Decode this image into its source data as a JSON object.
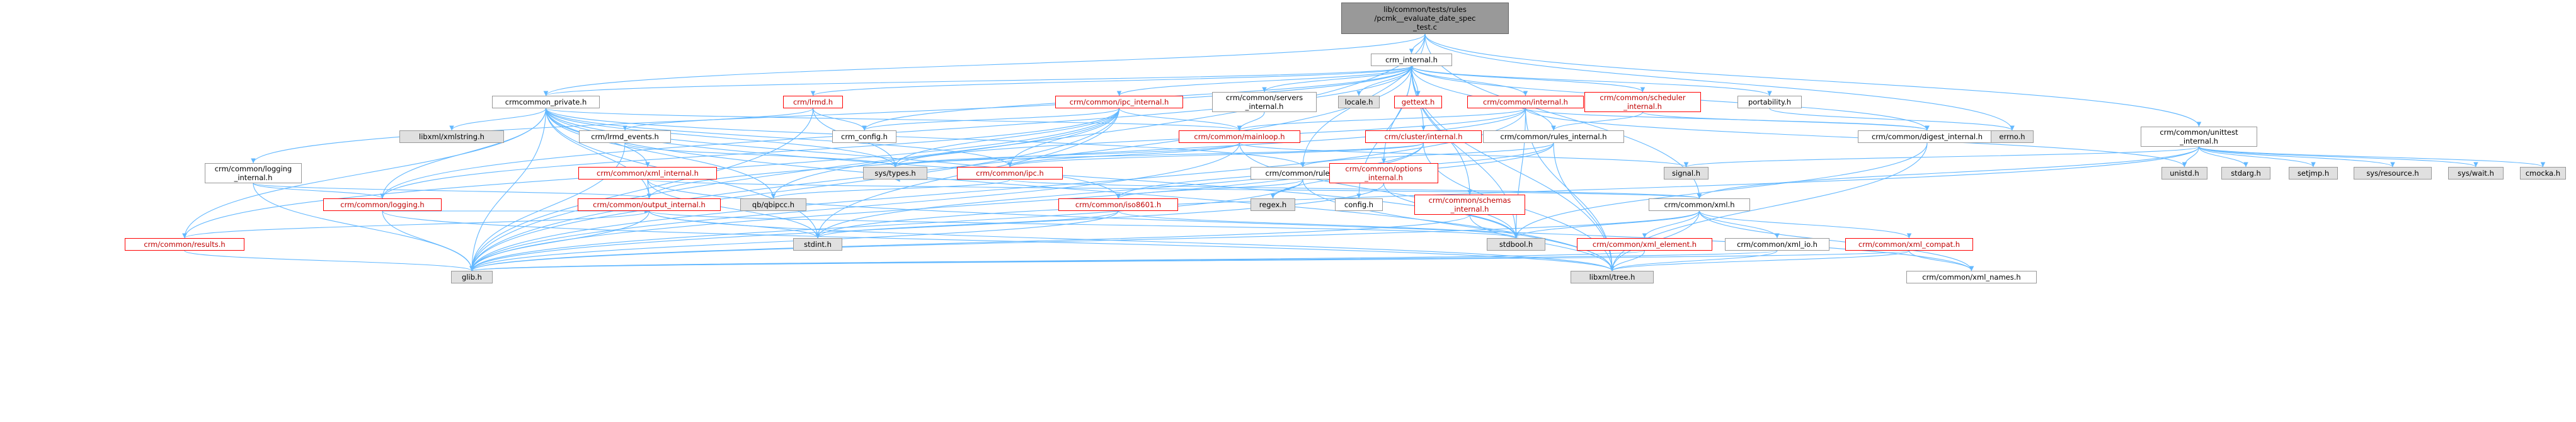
{
  "graph": {
    "edge_color": "#63b8ff",
    "nodes": [
      {
        "id": "root",
        "lines": [
          "lib/common/tests/rules",
          "/pcmk__evaluate_date_spec",
          "_test.c"
        ],
        "style": "root"
      },
      {
        "id": "crm_internal",
        "lines": [
          "crm_internal.h"
        ],
        "style": "plain"
      },
      {
        "id": "crmcommon_private",
        "lines": [
          "crmcommon_private.h"
        ],
        "style": "plain"
      },
      {
        "id": "crm_lrmd",
        "lines": [
          "crm/lrmd.h"
        ],
        "style": "red"
      },
      {
        "id": "ipc_internal",
        "lines": [
          "crm/common/ipc_internal.h"
        ],
        "style": "red"
      },
      {
        "id": "servers_internal",
        "lines": [
          "crm/common/servers",
          "_internal.h"
        ],
        "style": "plain"
      },
      {
        "id": "locale",
        "lines": [
          "locale.h"
        ],
        "style": "ext"
      },
      {
        "id": "gettext",
        "lines": [
          "gettext.h"
        ],
        "style": "red"
      },
      {
        "id": "common_internal",
        "lines": [
          "crm/common/internal.h"
        ],
        "style": "red"
      },
      {
        "id": "scheduler_internal",
        "lines": [
          "crm/common/scheduler",
          "_internal.h"
        ],
        "style": "red"
      },
      {
        "id": "portability",
        "lines": [
          "portability.h"
        ],
        "style": "plain"
      },
      {
        "id": "unittest_internal",
        "lines": [
          "crm/common/unittest",
          "_internal.h"
        ],
        "style": "plain"
      },
      {
        "id": "libxml_xmlstring",
        "lines": [
          "libxml/xmlstring.h"
        ],
        "style": "ext"
      },
      {
        "id": "lrmd_events",
        "lines": [
          "crm/lrmd_events.h"
        ],
        "style": "plain"
      },
      {
        "id": "crm_config",
        "lines": [
          "crm_config.h"
        ],
        "style": "plain"
      },
      {
        "id": "mainloop",
        "lines": [
          "crm/common/mainloop.h"
        ],
        "style": "red"
      },
      {
        "id": "cluster_internal",
        "lines": [
          "crm/cluster/internal.h"
        ],
        "style": "red"
      },
      {
        "id": "rules_internal",
        "lines": [
          "crm/common/rules_internal.h"
        ],
        "style": "plain"
      },
      {
        "id": "digest_internal",
        "lines": [
          "crm/common/digest_internal.h"
        ],
        "style": "plain"
      },
      {
        "id": "errno",
        "lines": [
          "errno.h"
        ],
        "style": "ext"
      },
      {
        "id": "logging_internal",
        "lines": [
          "crm/common/logging",
          "_internal.h"
        ],
        "style": "plain"
      },
      {
        "id": "xml_internal",
        "lines": [
          "crm/common/xml_internal.h"
        ],
        "style": "red"
      },
      {
        "id": "sys_types",
        "lines": [
          "sys/types.h"
        ],
        "style": "ext"
      },
      {
        "id": "crm_ipc",
        "lines": [
          "crm/common/ipc.h"
        ],
        "style": "red"
      },
      {
        "id": "rules",
        "lines": [
          "crm/common/rules.h"
        ],
        "style": "plain"
      },
      {
        "id": "options_internal",
        "lines": [
          "crm/common/options",
          "_internal.h"
        ],
        "style": "red"
      },
      {
        "id": "signal",
        "lines": [
          "signal.h"
        ],
        "style": "ext"
      },
      {
        "id": "unistd",
        "lines": [
          "unistd.h"
        ],
        "style": "ext"
      },
      {
        "id": "stdarg",
        "lines": [
          "stdarg.h"
        ],
        "style": "ext"
      },
      {
        "id": "setjmp",
        "lines": [
          "setjmp.h"
        ],
        "style": "ext"
      },
      {
        "id": "sys_resource",
        "lines": [
          "sys/resource.h"
        ],
        "style": "ext"
      },
      {
        "id": "sys_wait",
        "lines": [
          "sys/wait.h"
        ],
        "style": "ext"
      },
      {
        "id": "cmocka",
        "lines": [
          "cmocka.h"
        ],
        "style": "ext"
      },
      {
        "id": "crm_logging",
        "lines": [
          "crm/common/logging.h"
        ],
        "style": "red"
      },
      {
        "id": "qb_ipcc",
        "lines": [
          "qb/qbipcc.h"
        ],
        "style": "ext"
      },
      {
        "id": "output_internal",
        "lines": [
          "crm/common/output_internal.h"
        ],
        "style": "red"
      },
      {
        "id": "regex",
        "lines": [
          "regex.h"
        ],
        "style": "ext"
      },
      {
        "id": "iso8601",
        "lines": [
          "crm/common/iso8601.h"
        ],
        "style": "red"
      },
      {
        "id": "config",
        "lines": [
          "config.h"
        ],
        "style": "plain"
      },
      {
        "id": "schemas_internal",
        "lines": [
          "crm/common/schemas",
          "_internal.h"
        ],
        "style": "red"
      },
      {
        "id": "crm_xml",
        "lines": [
          "crm/common/xml.h"
        ],
        "style": "plain"
      },
      {
        "id": "results",
        "lines": [
          "crm/common/results.h"
        ],
        "style": "red"
      },
      {
        "id": "stdint",
        "lines": [
          "stdint.h"
        ],
        "style": "ext"
      },
      {
        "id": "stdbool",
        "lines": [
          "stdbool.h"
        ],
        "style": "ext"
      },
      {
        "id": "xml_element",
        "lines": [
          "crm/common/xml_element.h"
        ],
        "style": "red"
      },
      {
        "id": "xml_io",
        "lines": [
          "crm/common/xml_io.h"
        ],
        "style": "plain"
      },
      {
        "id": "xml_compat",
        "lines": [
          "crm/common/xml_compat.h"
        ],
        "style": "red"
      },
      {
        "id": "glib",
        "lines": [
          "glib.h"
        ],
        "style": "ext"
      },
      {
        "id": "libxml_tree",
        "lines": [
          "libxml/tree.h"
        ],
        "style": "ext"
      },
      {
        "id": "xml_names",
        "lines": [
          "crm/common/xml_names.h"
        ],
        "style": "plain"
      }
    ],
    "edges": [
      [
        "root",
        "crm_internal"
      ],
      [
        "root",
        "crmcommon_private"
      ],
      [
        "root",
        "unittest_internal"
      ],
      [
        "root",
        "glib"
      ],
      [
        "root",
        "crm_xml"
      ],
      [
        "root",
        "rules"
      ],
      [
        "root",
        "errno"
      ],
      [
        "crm_internal",
        "crmcommon_private"
      ],
      [
        "crm_internal",
        "crm_lrmd"
      ],
      [
        "crm_internal",
        "ipc_internal"
      ],
      [
        "crm_internal",
        "servers_internal"
      ],
      [
        "crm_internal",
        "locale"
      ],
      [
        "crm_internal",
        "gettext"
      ],
      [
        "crm_internal",
        "common_internal"
      ],
      [
        "crm_internal",
        "scheduler_internal"
      ],
      [
        "crm_internal",
        "portability"
      ],
      [
        "crm_internal",
        "logging_internal"
      ],
      [
        "crm_internal",
        "cluster_internal"
      ],
      [
        "crm_internal",
        "options_internal"
      ],
      [
        "crm_internal",
        "digest_internal"
      ],
      [
        "crm_internal",
        "glib"
      ],
      [
        "crm_internal",
        "stdbool"
      ],
      [
        "crm_internal",
        "libxml_tree"
      ],
      [
        "crm_internal",
        "crm_logging"
      ],
      [
        "crm_internal",
        "config"
      ],
      [
        "crm_internal",
        "schemas_internal"
      ],
      [
        "crm_internal",
        "crm_config"
      ],
      [
        "crm_internal",
        "rules_internal"
      ],
      [
        "crmcommon_private",
        "libxml_xmlstring"
      ],
      [
        "crmcommon_private",
        "sys_types"
      ],
      [
        "crmcommon_private",
        "mainloop"
      ],
      [
        "crmcommon_private",
        "xml_internal"
      ],
      [
        "crmcommon_private",
        "crm_logging"
      ],
      [
        "crmcommon_private",
        "output_internal"
      ],
      [
        "crmcommon_private",
        "qb_ipcc"
      ],
      [
        "crmcommon_private",
        "stdint"
      ],
      [
        "crmcommon_private",
        "glib"
      ],
      [
        "crmcommon_private",
        "libxml_tree"
      ],
      [
        "crmcommon_private",
        "results"
      ],
      [
        "crmcommon_private",
        "crm_ipc"
      ],
      [
        "crmcommon_private",
        "iso8601"
      ],
      [
        "crmcommon_private",
        "stdbool"
      ],
      [
        "crmcommon_private",
        "rules"
      ],
      [
        "crm_lrmd",
        "lrmd_events"
      ],
      [
        "crm_lrmd",
        "crm_config"
      ],
      [
        "crm_lrmd",
        "glib"
      ],
      [
        "crm_lrmd",
        "sys_types"
      ],
      [
        "lrmd_events",
        "glib"
      ],
      [
        "lrmd_events",
        "sys_types"
      ],
      [
        "ipc_internal",
        "crm_config"
      ],
      [
        "ipc_internal",
        "mainloop"
      ],
      [
        "ipc_internal",
        "sys_types"
      ],
      [
        "ipc_internal",
        "crm_ipc"
      ],
      [
        "ipc_internal",
        "stdint"
      ],
      [
        "ipc_internal",
        "glib"
      ],
      [
        "ipc_internal",
        "qb_ipcc"
      ],
      [
        "ipc_internal",
        "results"
      ],
      [
        "ipc_internal",
        "crm_logging"
      ],
      [
        "servers_internal",
        "mainloop"
      ],
      [
        "common_internal",
        "digest_internal"
      ],
      [
        "common_internal",
        "unistd"
      ],
      [
        "common_internal",
        "mainloop"
      ],
      [
        "common_internal",
        "stdbool"
      ],
      [
        "common_internal",
        "libxml_tree"
      ],
      [
        "common_internal",
        "output_internal"
      ],
      [
        "common_internal",
        "glib"
      ],
      [
        "common_internal",
        "sys_types"
      ],
      [
        "scheduler_internal",
        "rules_internal"
      ],
      [
        "scheduler_internal",
        "digest_internal"
      ],
      [
        "portability",
        "errno"
      ],
      [
        "unittest_internal",
        "signal"
      ],
      [
        "unittest_internal",
        "unistd"
      ],
      [
        "unittest_internal",
        "stdarg"
      ],
      [
        "unittest_internal",
        "setjmp"
      ],
      [
        "unittest_internal",
        "sys_resource"
      ],
      [
        "unittest_internal",
        "sys_wait"
      ],
      [
        "unittest_internal",
        "cmocka"
      ],
      [
        "unittest_internal",
        "stdint"
      ],
      [
        "unittest_internal",
        "crm_xml"
      ],
      [
        "mainloop",
        "signal"
      ],
      [
        "mainloop",
        "crm_ipc"
      ],
      [
        "mainloop",
        "glib"
      ],
      [
        "mainloop",
        "stdbool"
      ],
      [
        "mainloop",
        "sys_types"
      ],
      [
        "cluster_internal",
        "crm_ipc"
      ],
      [
        "cluster_internal",
        "stdint"
      ],
      [
        "cluster_internal",
        "libxml_tree"
      ],
      [
        "cluster_internal",
        "glib"
      ],
      [
        "cluster_internal",
        "sys_types"
      ],
      [
        "rules_internal",
        "rules"
      ],
      [
        "rules_internal",
        "regex"
      ],
      [
        "rules_internal",
        "iso8601"
      ],
      [
        "rules_internal",
        "libxml_tree"
      ],
      [
        "digest_internal",
        "libxml_tree"
      ],
      [
        "digest_internal",
        "stdbool"
      ],
      [
        "logging_internal",
        "crm_logging"
      ],
      [
        "logging_internal",
        "output_internal"
      ],
      [
        "logging_internal",
        "glib"
      ],
      [
        "xml_internal",
        "output_internal"
      ],
      [
        "xml_internal",
        "stdint"
      ],
      [
        "xml_internal",
        "xml_names"
      ],
      [
        "xml_internal",
        "crm_xml"
      ],
      [
        "crm_ipc",
        "sys_types"
      ],
      [
        "crm_ipc",
        "qb_ipcc"
      ],
      [
        "crm_ipc",
        "crm_xml"
      ],
      [
        "rules",
        "glib"
      ],
      [
        "rules",
        "regex"
      ],
      [
        "rules",
        "libxml_tree"
      ],
      [
        "rules",
        "iso8601"
      ],
      [
        "options_internal",
        "glib"
      ],
      [
        "options_internal",
        "stdbool"
      ],
      [
        "crm_logging",
        "glib"
      ],
      [
        "crm_logging",
        "stdio"
      ],
      [
        "crm_logging",
        "libxml_tree"
      ],
      [
        "crm_logging",
        "output_internal"
      ],
      [
        "output_internal",
        "stdint"
      ],
      [
        "output_internal",
        "stdbool"
      ],
      [
        "output_internal",
        "glib"
      ],
      [
        "output_internal",
        "libxml_tree"
      ],
      [
        "output_internal",
        "results"
      ],
      [
        "iso8601",
        "stdint"
      ],
      [
        "iso8601",
        "stdbool"
      ],
      [
        "iso8601",
        "glib"
      ],
      [
        "schemas_internal",
        "glib"
      ],
      [
        "schemas_internal",
        "libxml_tree"
      ],
      [
        "crm_xml",
        "stdbool"
      ],
      [
        "crm_xml",
        "xml_element"
      ],
      [
        "crm_xml",
        "xml_io"
      ],
      [
        "crm_xml",
        "xml_compat"
      ],
      [
        "crm_xml",
        "xml_names"
      ],
      [
        "crm_xml",
        "libxml_tree"
      ],
      [
        "crm_xml",
        "glib"
      ],
      [
        "results",
        "glib"
      ],
      [
        "xml_element",
        "glib"
      ],
      [
        "xml_element",
        "libxml_tree"
      ],
      [
        "xml_io",
        "glib"
      ],
      [
        "xml_io",
        "libxml_tree"
      ],
      [
        "xml_compat",
        "glib"
      ],
      [
        "xml_compat",
        "libxml_tree"
      ],
      [
        "xml_compat",
        "xml_names"
      ]
    ]
  }
}
